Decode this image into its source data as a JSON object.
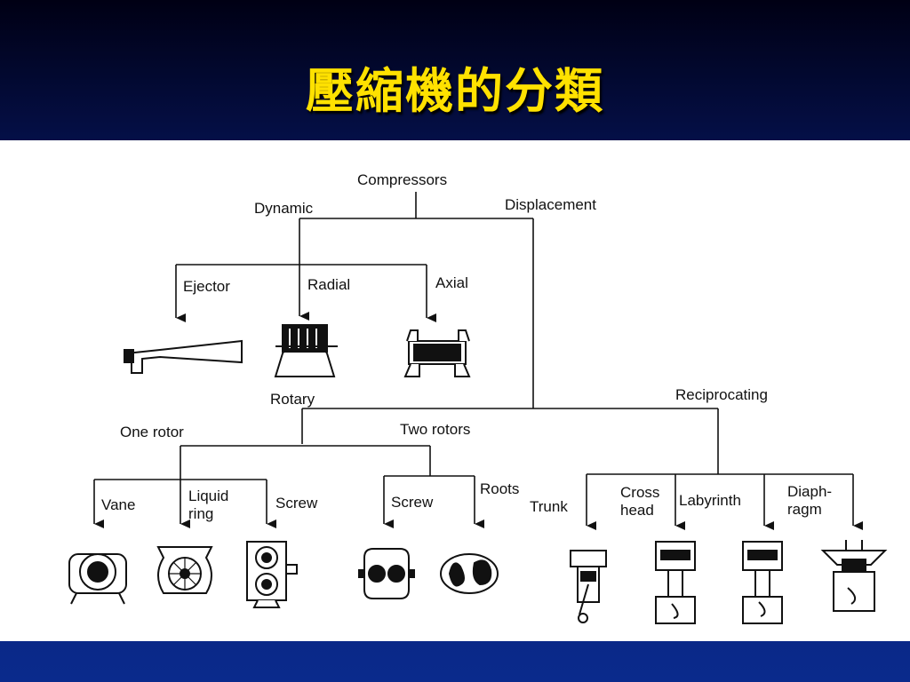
{
  "slide": {
    "title": "壓縮機的分類"
  },
  "diagram": {
    "root": "Compressors",
    "dynamic": "Dynamic",
    "displacement": "Displacement",
    "ejector": "Ejector",
    "radial": "Radial",
    "axial": "Axial",
    "rotary": "Rotary",
    "reciprocating": "Reciprocating",
    "one_rotor": "One  rotor",
    "two_rotors": "Two  rotors",
    "vane": "Vane",
    "liquid_ring_1": "Liquid",
    "liquid_ring_2": "ring",
    "screw_one": "Screw",
    "screw_two": "Screw",
    "roots": "Roots",
    "trunk": "Trunk",
    "crosshead_1": "Cross",
    "crosshead_2": "head",
    "labyrinth": "Labyrinth",
    "diaphragm_1": "Diaph-",
    "diaphragm_2": "ragm"
  }
}
